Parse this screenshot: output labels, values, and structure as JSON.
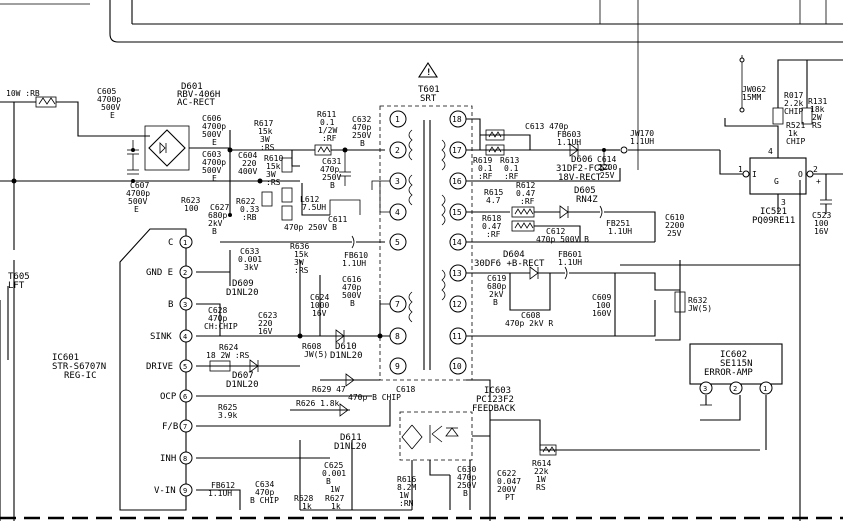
{
  "ic601_pins": [
    "C",
    "GND E",
    "B",
    "SINK",
    "DRIVE",
    "OCP",
    "F/B",
    "INH",
    "V-IN"
  ],
  "labels": [
    "10W :RB",
    "C605",
    "4700p",
    "500V",
    "E",
    "D601",
    "RBV-406H",
    "AC-RECT",
    "C606",
    "4700p",
    "500V",
    "E",
    "C603",
    "4700p",
    "500V",
    "E",
    "C604",
    "220",
    "400V",
    "C607",
    "4700p",
    "500V",
    "E",
    "R617",
    "15k",
    "3W",
    ":RS",
    "R610",
    "15k",
    "3W",
    ":RS",
    "R611",
    "0.1",
    "1/2W",
    ":RF",
    "C632",
    "470p",
    "250V",
    "B",
    "C631",
    "470p",
    "250V",
    "B",
    "R623",
    "100",
    "C627",
    "680p",
    "2kV",
    "B",
    "R622",
    "0.33",
    ":RB",
    "L612",
    "7.5UH",
    "C611",
    "470p 250V B",
    "C633",
    "0.001",
    "3kV",
    "R636",
    "15k",
    "3W",
    ":RS",
    "FB610",
    "1.1UH",
    "D609",
    "D1NL20",
    "C616",
    "470p",
    "500V",
    "B",
    "C624",
    "1000",
    "16V",
    "C628",
    "470p",
    "CH:CHIP",
    "C623",
    "220",
    "16V",
    "R608",
    "JW(5)",
    "D610",
    "D1NL20",
    "R624",
    "18 2W :RS",
    "D607",
    "D1NL20",
    "R629 47",
    "R625",
    "3.9k",
    "R626 1.8k",
    "C618",
    "470p B CHIP",
    "D611",
    "D1NL20",
    "C625",
    "0.001",
    "B",
    "1W",
    "FB612",
    "1.1UH",
    "C634",
    "470p",
    "B CHIP",
    "R628",
    "1k",
    "R627",
    "1k",
    "T601",
    "SRT",
    "C613 470p",
    "FB603",
    "1.1UH",
    "JW170",
    "1.1UH",
    "R619",
    "0.1",
    ":RF",
    "R613",
    "0.1",
    ":RF",
    "D606",
    "31DF2-FC5",
    "18V-RECT",
    "C614",
    "2200",
    "25V",
    "R615",
    "4.7",
    "R612",
    "0.47",
    ":RF",
    "D605",
    "RN4Z",
    "R618",
    "0.47",
    ":RF",
    "C612",
    "470p 500V B",
    "FB251",
    "1.1UH",
    "C610",
    "2200",
    "25V",
    "D604",
    "30DF6 +B-RECT",
    "FB601",
    "1.1UH",
    "C619",
    "680p",
    "2kV",
    "B",
    "C609",
    "100",
    "160V",
    "R632",
    "JW(5)",
    "C608",
    "470p 2kV R",
    "IC603",
    "PC123F2",
    "FEEDBACK",
    "R616",
    "8.2M",
    "1W",
    ":RN",
    "C630",
    "470p",
    "250V",
    "B",
    "C622",
    "0.047",
    "200V",
    "PT",
    "R614",
    "22k",
    "1W",
    "RS",
    "JW062",
    "15MM",
    "R017",
    "2.2k",
    "CHIP",
    "R131",
    "18k",
    "2W",
    "RS",
    "R521",
    "1k",
    "CHIP",
    "4",
    "I",
    "O",
    "G",
    "1",
    "2",
    "3",
    "IC521",
    "PQ09RE11",
    "C523",
    "100",
    "16V",
    "+",
    "IC602",
    "SE115N",
    "ERROR-AMP",
    "T605",
    "LFT",
    "IC601",
    "STR-S6707N",
    "REG-IC"
  ]
}
